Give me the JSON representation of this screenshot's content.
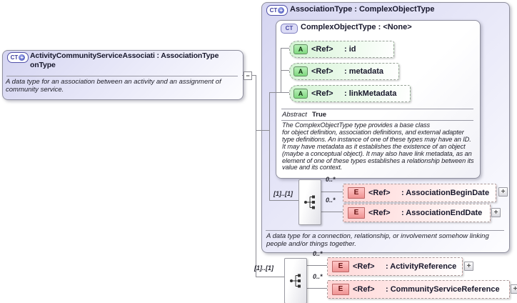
{
  "icons": {
    "complex_type": "CT",
    "attribute": "A",
    "element": "E",
    "plus_badge": "+"
  },
  "collapse_label": "−",
  "left_class": {
    "title_lines": "ActivityCommunityServiceAssociati : AssociationType\nonType",
    "description": "A data type for an association between an activity and an assignment of\ncommunity service."
  },
  "association": {
    "title": "AssociationType : ComplexObjectType",
    "footer_description": "A data type for a connection, relationship, or involvement somehow linking\npeople and/or things together.",
    "base": {
      "title": "ComplexObjectType : <None>",
      "attributes": [
        {
          "ref": "<Ref>",
          "name": ": id"
        },
        {
          "ref": "<Ref>",
          "name": ": metadata"
        },
        {
          "ref": "<Ref>",
          "name": ": linkMetadata"
        }
      ],
      "facets": {
        "label": "Abstract",
        "value": "True"
      },
      "description": "The ComplexObjectType type provides a base class\nfor object definition, association definitions, and external adapter\ntype definitions. An instance of one of these types may have an ID.\nIt may have metadata as it establishes the existence of an object\n(maybe a conceptual object). It may also have link metadata, as an\nelement of one of these types establishes a relationship between its\nvalue and its context."
    },
    "sequence": {
      "cardinality": "[1]..[1]",
      "elements": [
        {
          "occurs": "0..*",
          "ref": "<Ref>",
          "name": ": AssociationBeginDate",
          "expand": "+"
        },
        {
          "occurs": "0..*",
          "ref": "<Ref>",
          "name": ": AssociationEndDate",
          "expand": "+"
        }
      ]
    }
  },
  "extension_sequence": {
    "cardinality": "[1]..[1]",
    "elements": [
      {
        "occurs": "0..*",
        "ref": "<Ref>",
        "name": ": ActivityReference",
        "expand": "+"
      },
      {
        "occurs": "0..*",
        "ref": "<Ref>",
        "name": ": CommunityServiceReference",
        "expand": "+"
      }
    ]
  }
}
